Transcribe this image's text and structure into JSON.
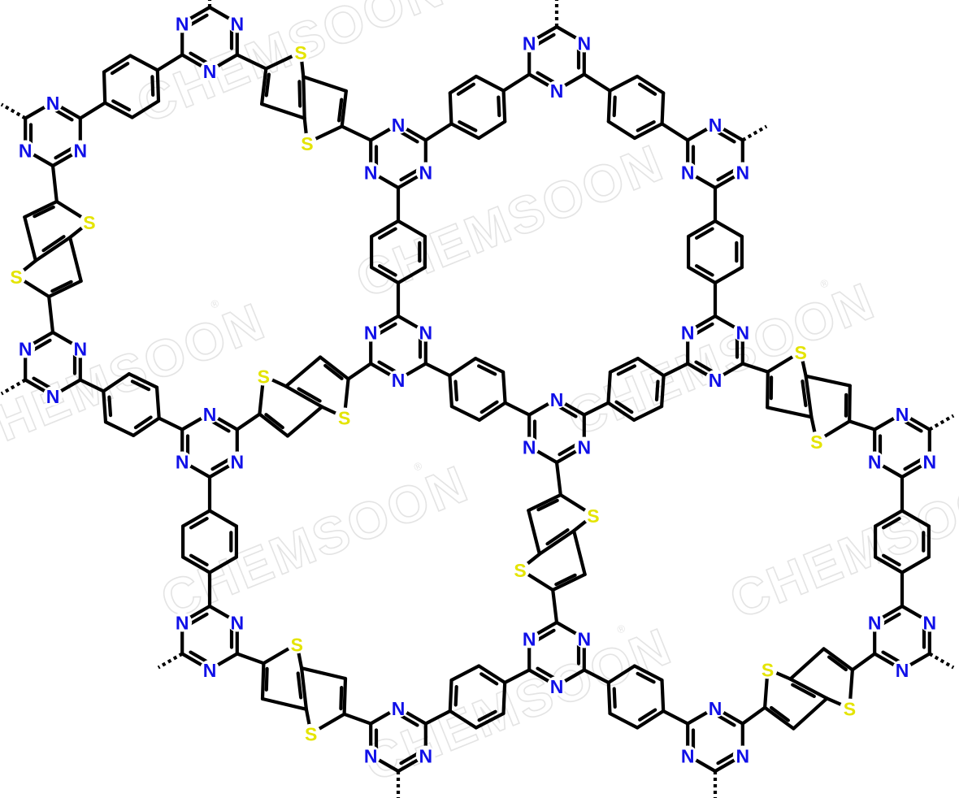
{
  "watermark": {
    "text": "CHEMSOON",
    "registered": "®"
  },
  "atoms": {
    "nitrogen": {
      "symbol": "N",
      "color": "#1010e8"
    },
    "sulfur": {
      "symbol": "S",
      "color": "#e4e400"
    }
  },
  "colors": {
    "bond": "#000000",
    "background": "#ffffff",
    "watermark": "#e4e4e4"
  },
  "structure": {
    "description_visible": "",
    "units": [
      "1,3,5-triazine",
      "1,4-phenylene",
      "thieno[3,2-b]thiophene-2,5-diyl"
    ]
  }
}
